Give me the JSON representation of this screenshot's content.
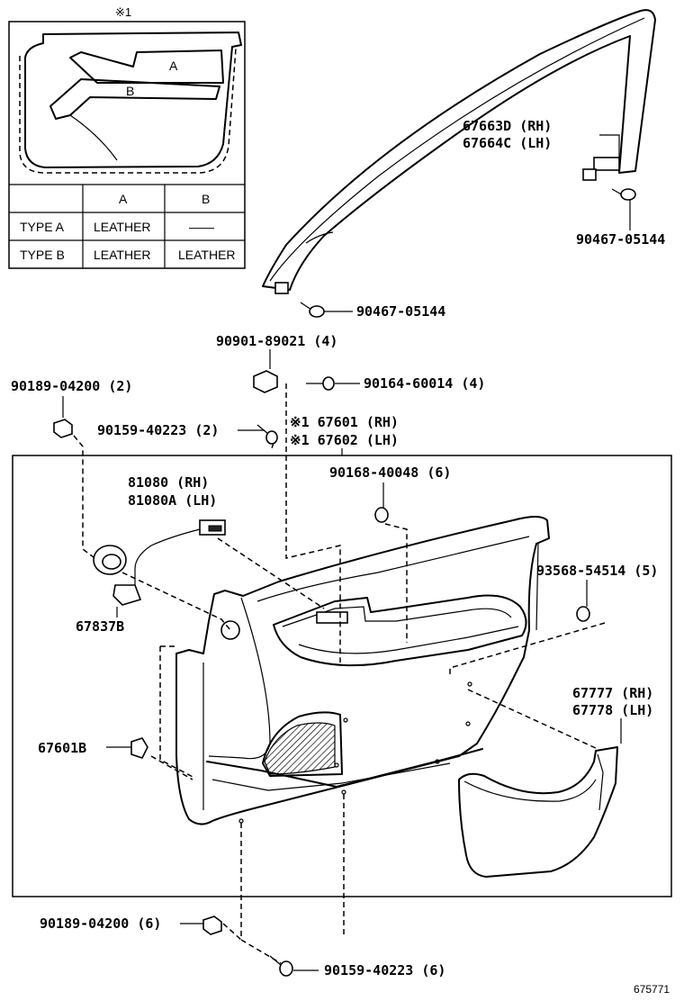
{
  "inset": {
    "note_mark": "※1",
    "area_labels": {
      "a": "A",
      "b": "B"
    },
    "table": {
      "headers": [
        "",
        "A",
        "B"
      ],
      "rows": [
        [
          "TYPE A",
          "LEATHER",
          "——"
        ],
        [
          "TYPE B",
          "LEATHER",
          "LEATHER"
        ]
      ]
    }
  },
  "parts": {
    "p67663d": "67663D (RH)",
    "p67664c": "67664C (LH)",
    "p90467_upper": "90467-05144",
    "p90467_lower": "90467-05144",
    "p90901": "90901-89021 (4)",
    "p90164": "90164-60014 (4)",
    "p90189_top": "90189-04200 (2)",
    "p90159_top": "90159-40223 (2)",
    "p67601": "※1 67601 (RH)",
    "p67602": "※1 67602 (LH)",
    "p90168": "90168-40048 (6)",
    "p81080": "81080 (RH)",
    "p81080a": "81080A (LH)",
    "p93568": "93568-54514 (5)",
    "p67837b": "67837B",
    "p67777": "67777 (RH)",
    "p67778": "67778 (LH)",
    "p67601b": "67601B",
    "p90189_bottom": "90189-04200 (6)",
    "p90159_bottom": "90159-40223 (6)"
  },
  "figure_number": "675771"
}
